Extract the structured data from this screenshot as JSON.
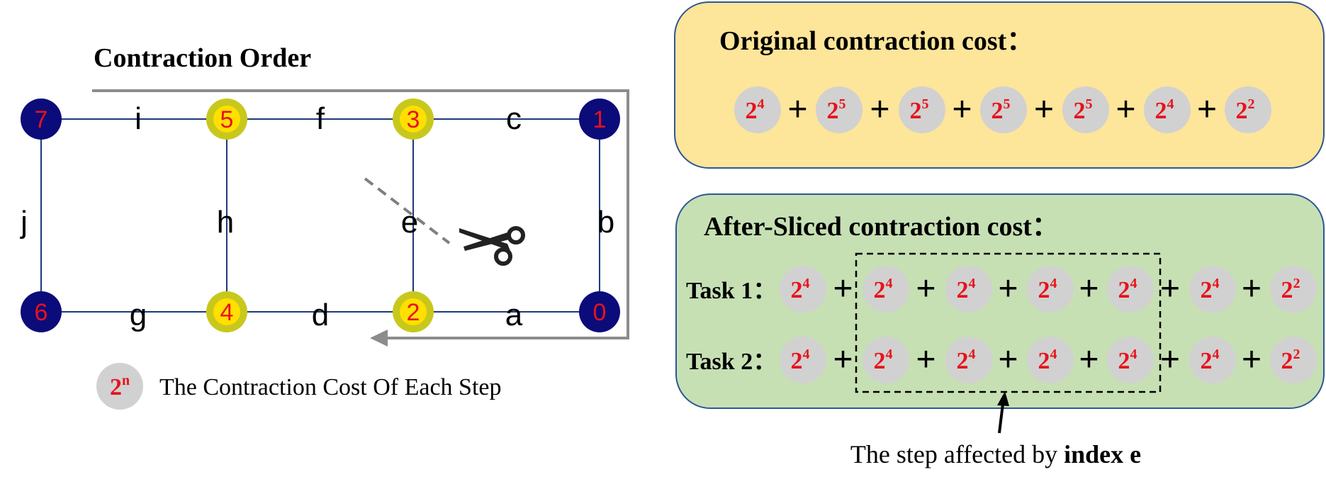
{
  "graph": {
    "title": "Contraction Order",
    "nodes": [
      {
        "id": "7",
        "kind": "outer"
      },
      {
        "id": "5",
        "kind": "inner"
      },
      {
        "id": "3",
        "kind": "inner"
      },
      {
        "id": "1",
        "kind": "outer"
      },
      {
        "id": "6",
        "kind": "outer"
      },
      {
        "id": "4",
        "kind": "inner"
      },
      {
        "id": "2",
        "kind": "inner"
      },
      {
        "id": "0",
        "kind": "outer"
      }
    ],
    "edges": [
      {
        "label": "i",
        "from": "7",
        "to": "5"
      },
      {
        "label": "f",
        "from": "5",
        "to": "3"
      },
      {
        "label": "c",
        "from": "3",
        "to": "1"
      },
      {
        "label": "j",
        "from": "7",
        "to": "6"
      },
      {
        "label": "h",
        "from": "5",
        "to": "4"
      },
      {
        "label": "e",
        "from": "3",
        "to": "2"
      },
      {
        "label": "b",
        "from": "1",
        "to": "0"
      },
      {
        "label": "g",
        "from": "6",
        "to": "4"
      },
      {
        "label": "d",
        "from": "4",
        "to": "2"
      },
      {
        "label": "a",
        "from": "2",
        "to": "0"
      }
    ],
    "sliced_edge": "e",
    "legend": {
      "symbol_base": "2",
      "symbol_exp": "n",
      "text": "The Contraction Cost Of Each Step"
    }
  },
  "original": {
    "title": "Original contraction cost：",
    "terms": [
      {
        "base": "2",
        "exp": "4"
      },
      {
        "base": "2",
        "exp": "5"
      },
      {
        "base": "2",
        "exp": "5"
      },
      {
        "base": "2",
        "exp": "5"
      },
      {
        "base": "2",
        "exp": "5"
      },
      {
        "base": "2",
        "exp": "4"
      },
      {
        "base": "2",
        "exp": "2"
      }
    ],
    "operator": "+"
  },
  "sliced": {
    "title": "After-Sliced contraction cost：",
    "tasks": [
      {
        "label": "Task 1：",
        "terms": [
          {
            "base": "2",
            "exp": "4"
          },
          {
            "base": "2",
            "exp": "4"
          },
          {
            "base": "2",
            "exp": "4"
          },
          {
            "base": "2",
            "exp": "4"
          },
          {
            "base": "2",
            "exp": "4"
          },
          {
            "base": "2",
            "exp": "4"
          },
          {
            "base": "2",
            "exp": "2"
          }
        ]
      },
      {
        "label": "Task 2：",
        "terms": [
          {
            "base": "2",
            "exp": "4"
          },
          {
            "base": "2",
            "exp": "4"
          },
          {
            "base": "2",
            "exp": "4"
          },
          {
            "base": "2",
            "exp": "4"
          },
          {
            "base": "2",
            "exp": "4"
          },
          {
            "base": "2",
            "exp": "4"
          },
          {
            "base": "2",
            "exp": "2"
          }
        ]
      }
    ],
    "affected_range": [
      1,
      4
    ],
    "annotation": {
      "prefix": "The step affected by ",
      "bold": "index e"
    }
  },
  "colors": {
    "outer_node": "#0b0b7a",
    "inner_node": "#c8c81c",
    "inner_node_inner": "#ffe000",
    "node_text": "#e8121b",
    "edge": "#1f3a78",
    "cost_circle": "#d1d1d1",
    "cost_text": "#e8121b",
    "original_bg": "#fde599",
    "sliced_bg": "#c6e0b4",
    "panel_border": "#2f5597",
    "order_path": "#8c8c8c"
  }
}
